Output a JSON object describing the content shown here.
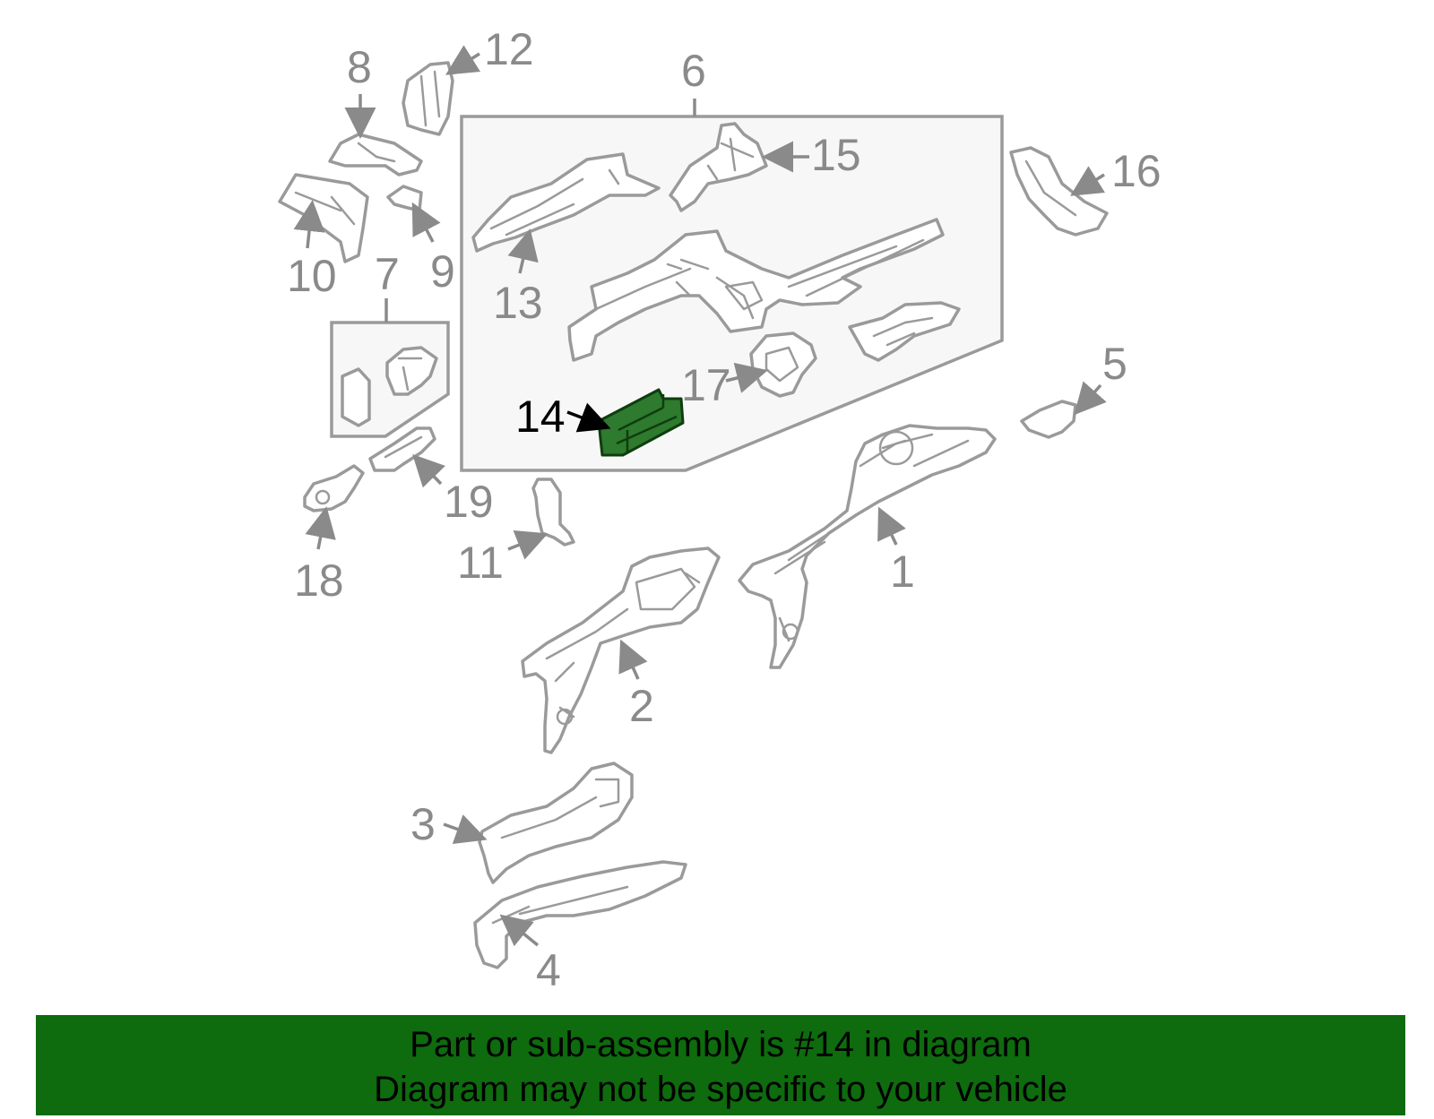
{
  "colors": {
    "highlight_fill": "#2e7a2e",
    "highlight_stroke": "#0f3d0f",
    "line_gray": "#9a9a9a",
    "label_gray": "#8a8a8a",
    "footer_bg": "#0e6b0e"
  },
  "diagram": {
    "highlighted_part": "14",
    "callouts": [
      "1",
      "2",
      "3",
      "4",
      "5",
      "6",
      "7",
      "8",
      "9",
      "10",
      "11",
      "12",
      "13",
      "14",
      "15",
      "16",
      "17",
      "18",
      "19"
    ]
  },
  "footer": {
    "line1": "Part or sub-assembly is #14 in diagram",
    "line2": "Diagram may not be specific to your vehicle"
  }
}
